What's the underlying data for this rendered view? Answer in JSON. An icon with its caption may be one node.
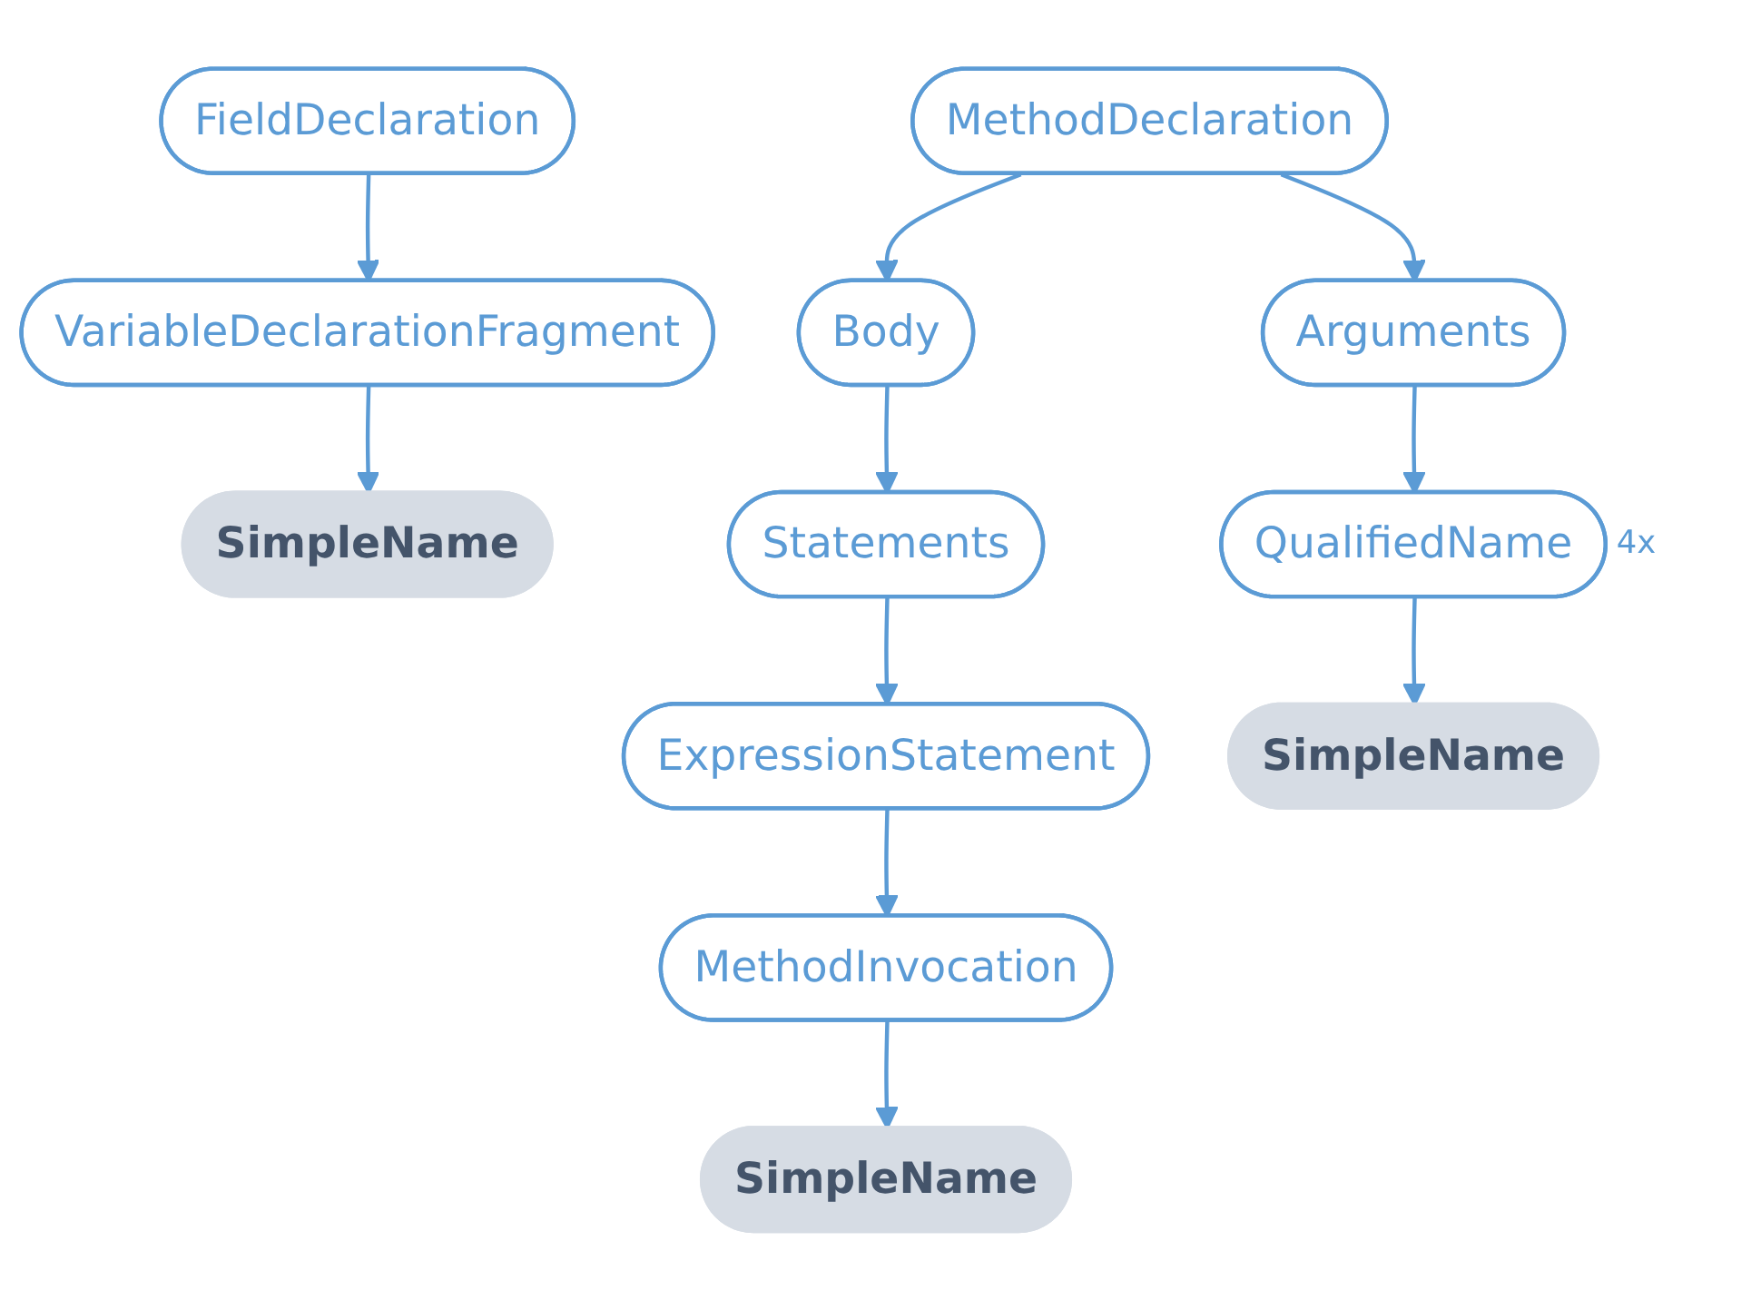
{
  "diagram": {
    "nodes": [
      {
        "text": [
          "FieldDeclaration"
        ]
      },
      {
        "text": [
          "VariableDeclarationFragment"
        ]
      },
      {
        "text": [
          "SimpleName"
        ]
      },
      {
        "text": [
          "MethodDeclaration"
        ]
      },
      {
        "text": [
          "Body"
        ]
      },
      {
        "text": [
          "Arguments"
        ]
      },
      {
        "text": [
          "Statements"
        ]
      },
      {
        "text": [
          "QualifiedName"
        ],
        "beside": [
          "4x"
        ]
      },
      {
        "text": [
          "ExpressionStatement"
        ]
      },
      {
        "text": [
          "MethodInvocation"
        ]
      },
      {
        "text": [
          "SimpleName"
        ]
      },
      {
        "text": [
          "SimpleName"
        ]
      }
    ],
    "edges": [
      {
        "from": 0,
        "to": 1,
        "arrow": "to"
      },
      {
        "from": 1,
        "to": 2,
        "arrow": "to"
      },
      {
        "from": 3,
        "to": 4,
        "arrow": "to"
      },
      {
        "from": 3,
        "to": 5,
        "arrow": "to"
      },
      {
        "from": 4,
        "to": 6,
        "arrow": "to"
      },
      {
        "from": 5,
        "to": 7,
        "arrow": "to"
      },
      {
        "from": 7,
        "to": 11,
        "arrow": "to"
      },
      {
        "from": 6,
        "to": 8,
        "arrow": "to"
      },
      {
        "from": 8,
        "to": 9,
        "arrow": "to"
      },
      {
        "from": 9,
        "to": 10,
        "arrow": "to"
      }
    ]
  }
}
